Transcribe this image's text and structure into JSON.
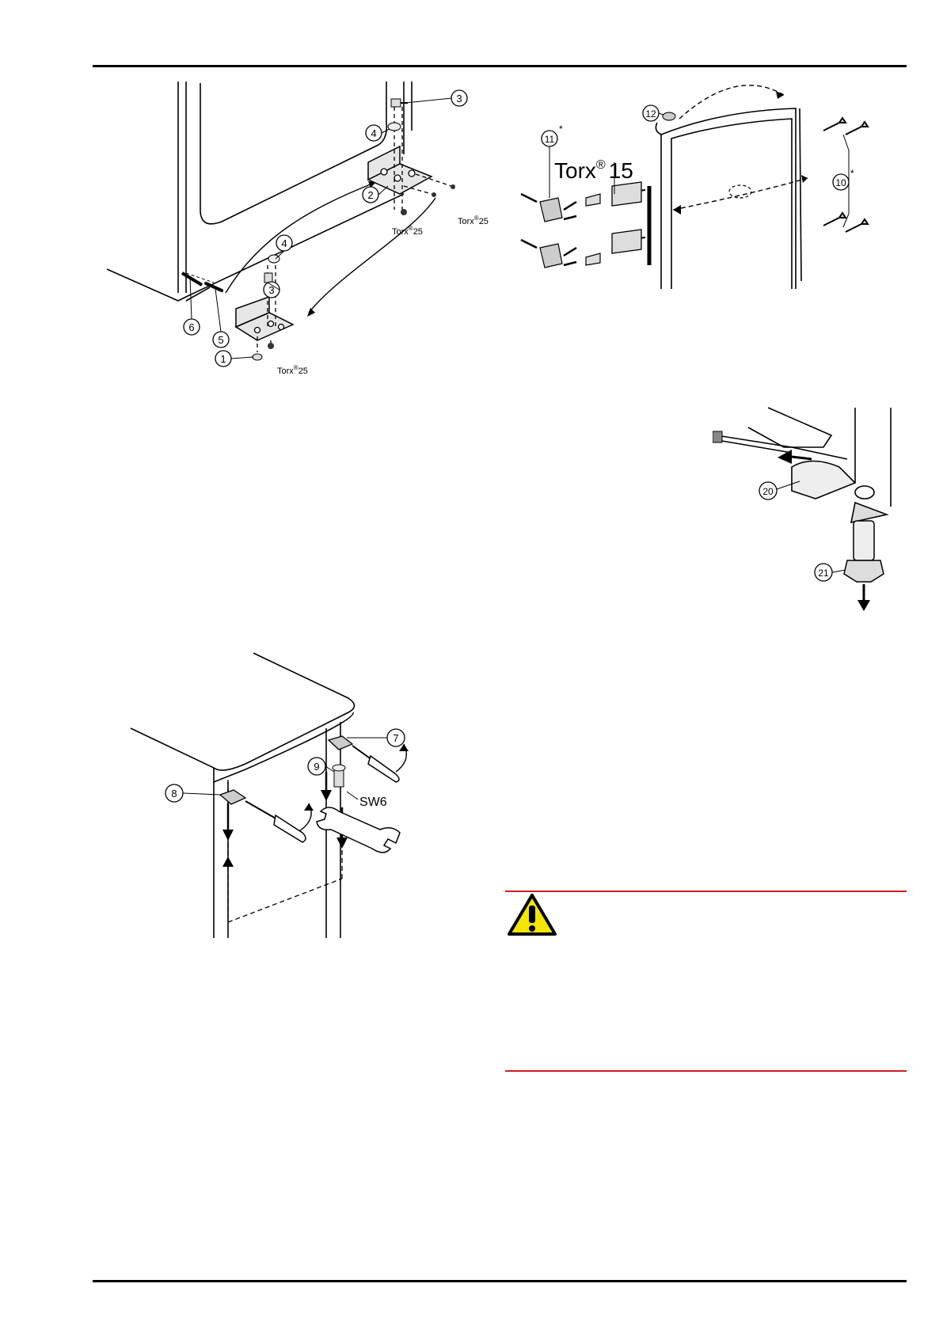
{
  "figures": {
    "hinge_bottom": {
      "callouts": [
        "1",
        "2",
        "3",
        "3",
        "4",
        "4",
        "5",
        "6"
      ],
      "torx": [
        "Torx",
        "®",
        "25"
      ]
    },
    "door_handle": {
      "callouts": [
        "10",
        "11",
        "12"
      ],
      "torx": [
        "Torx",
        "®",
        "15"
      ],
      "asterisk": "*"
    },
    "door_top": {
      "callouts": [
        "7",
        "8",
        "9"
      ],
      "wrench": "SW6"
    },
    "hinge_pin": {
      "callouts": [
        "20",
        "21"
      ]
    }
  },
  "colors": {
    "rule": "#000000",
    "warning_line": "#cc1f1f",
    "warning_fill": "#f2e600"
  },
  "icons": [
    "warning-triangle-icon"
  ]
}
